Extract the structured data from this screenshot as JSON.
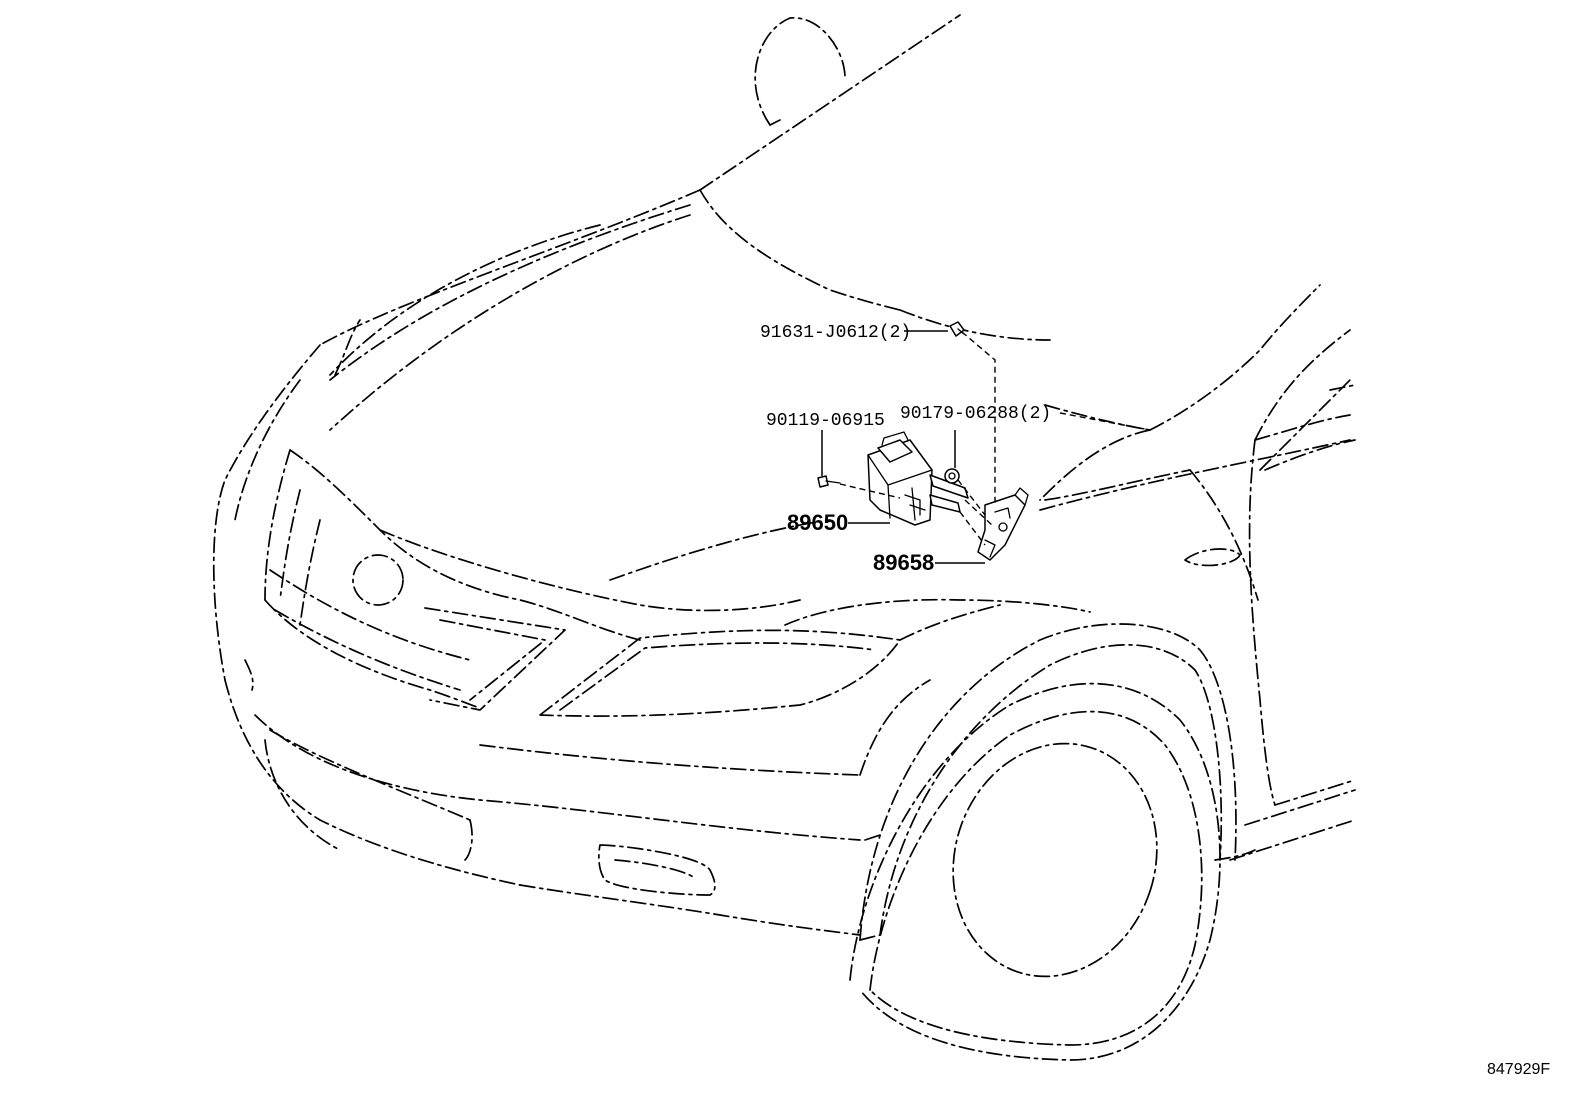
{
  "diagram": {
    "callouts": [
      {
        "part_number": "91631-J0612(2)"
      },
      {
        "part_number": "90119-06915"
      },
      {
        "part_number": "90179-06288(2)"
      },
      {
        "part_number": "89650"
      },
      {
        "part_number": "89658"
      }
    ],
    "illustration_id": "847929F"
  }
}
